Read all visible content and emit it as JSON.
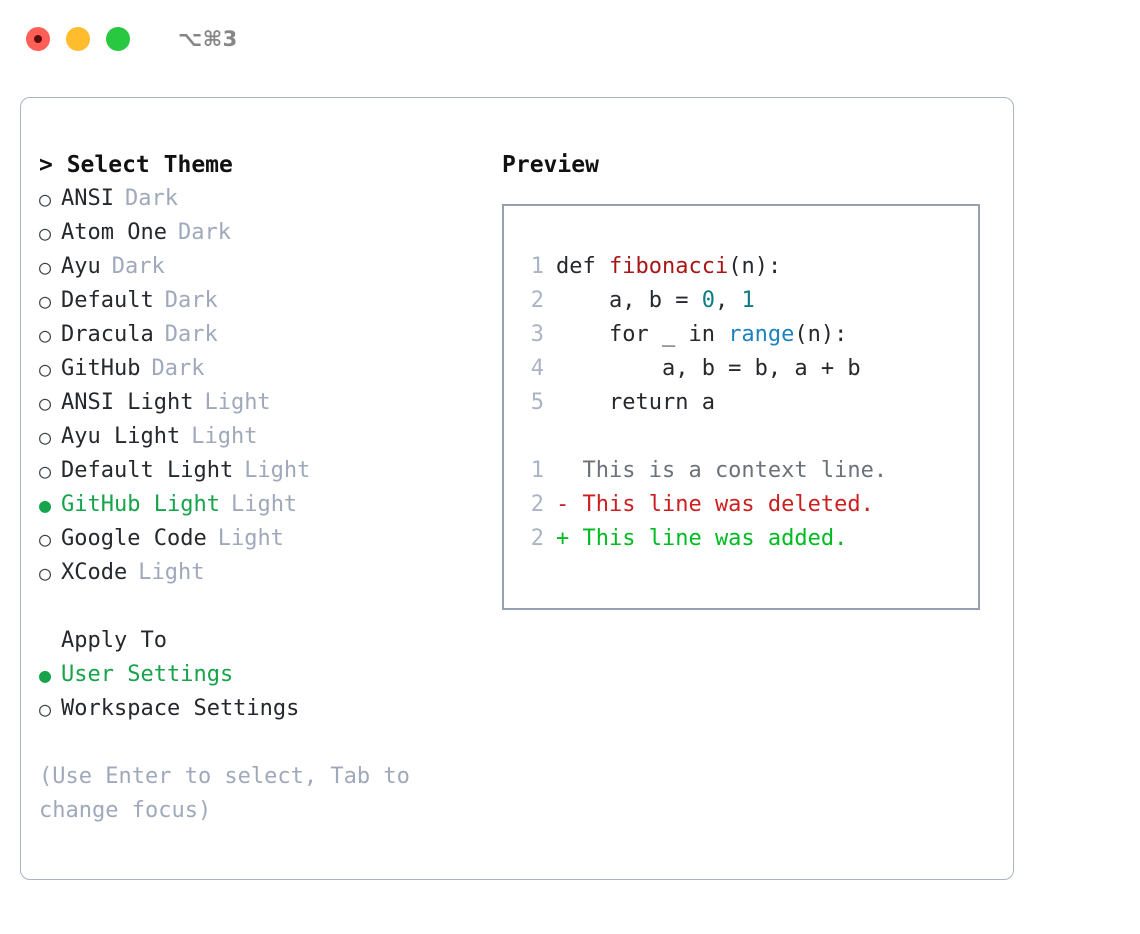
{
  "titlebar": {
    "shortcut": "⌥⌘3",
    "lights": [
      {
        "name": "close-light",
        "color": "#ff5f57"
      },
      {
        "name": "minimize-light",
        "color": "#ffbd2e"
      },
      {
        "name": "maximize-light",
        "color": "#28c840"
      }
    ]
  },
  "theme_list": {
    "header": "> Select Theme",
    "items": [
      {
        "marker": "○",
        "label": "ANSI",
        "tag": "Dark",
        "selected": false
      },
      {
        "marker": "○",
        "label": "Atom One",
        "tag": "Dark",
        "selected": false
      },
      {
        "marker": "○",
        "label": "Ayu",
        "tag": "Dark",
        "selected": false
      },
      {
        "marker": "○",
        "label": "Default",
        "tag": "Dark",
        "selected": false
      },
      {
        "marker": "○",
        "label": "Dracula",
        "tag": "Dark",
        "selected": false
      },
      {
        "marker": "○",
        "label": "GitHub",
        "tag": "Dark",
        "selected": false
      },
      {
        "marker": "○",
        "label": "ANSI Light",
        "tag": "Light",
        "selected": false
      },
      {
        "marker": "○",
        "label": "Ayu Light",
        "tag": "Light",
        "selected": false
      },
      {
        "marker": "○",
        "label": "Default Light",
        "tag": "Light",
        "selected": false
      },
      {
        "marker": "●",
        "label": "GitHub Light",
        "tag": "Light",
        "selected": true
      },
      {
        "marker": "○",
        "label": "Google Code",
        "tag": "Light",
        "selected": false
      },
      {
        "marker": "○",
        "label": "XCode",
        "tag": "Light",
        "selected": false
      }
    ]
  },
  "apply_to": {
    "header": "Apply To",
    "items": [
      {
        "marker": "●",
        "label": "User Settings",
        "selected": true
      },
      {
        "marker": "○",
        "label": "Workspace Settings",
        "selected": false
      }
    ]
  },
  "hint": "(Use Enter to select, Tab to change focus)",
  "preview": {
    "title": "Preview",
    "code_lines": [
      {
        "num": "1",
        "parts": [
          {
            "t": "def ",
            "c": "plain"
          },
          {
            "t": "fibonacci",
            "c": "fn"
          },
          {
            "t": "(n):",
            "c": "plain"
          }
        ]
      },
      {
        "num": "2",
        "parts": [
          {
            "t": "    a, b = ",
            "c": "plain"
          },
          {
            "t": "0",
            "c": "num"
          },
          {
            "t": ", ",
            "c": "plain"
          },
          {
            "t": "1",
            "c": "num"
          }
        ]
      },
      {
        "num": "3",
        "parts": [
          {
            "t": "    for _ in ",
            "c": "plain"
          },
          {
            "t": "range",
            "c": "kwfn"
          },
          {
            "t": "(n):",
            "c": "plain"
          }
        ]
      },
      {
        "num": "4",
        "parts": [
          {
            "t": "        a, b = b, a + b",
            "c": "plain"
          }
        ]
      },
      {
        "num": "5",
        "parts": [
          {
            "t": "    return a",
            "c": "plain"
          }
        ]
      }
    ],
    "diff_lines": [
      {
        "num": "1",
        "kind": "context",
        "text": "  This is a context line."
      },
      {
        "num": "2",
        "kind": "del",
        "text": "- This line was deleted."
      },
      {
        "num": "2",
        "kind": "add",
        "text": "+ This line was added."
      }
    ]
  },
  "colors": {
    "accent_green": "#16a34a",
    "diff_add": "#00bb22",
    "diff_del": "#cc1f1f",
    "muted": "#9fa9bb",
    "border": "#aab4c4",
    "syntax_function": "#a81717",
    "syntax_number": "#0f7c83",
    "syntax_builtin": "#1f82c0"
  }
}
